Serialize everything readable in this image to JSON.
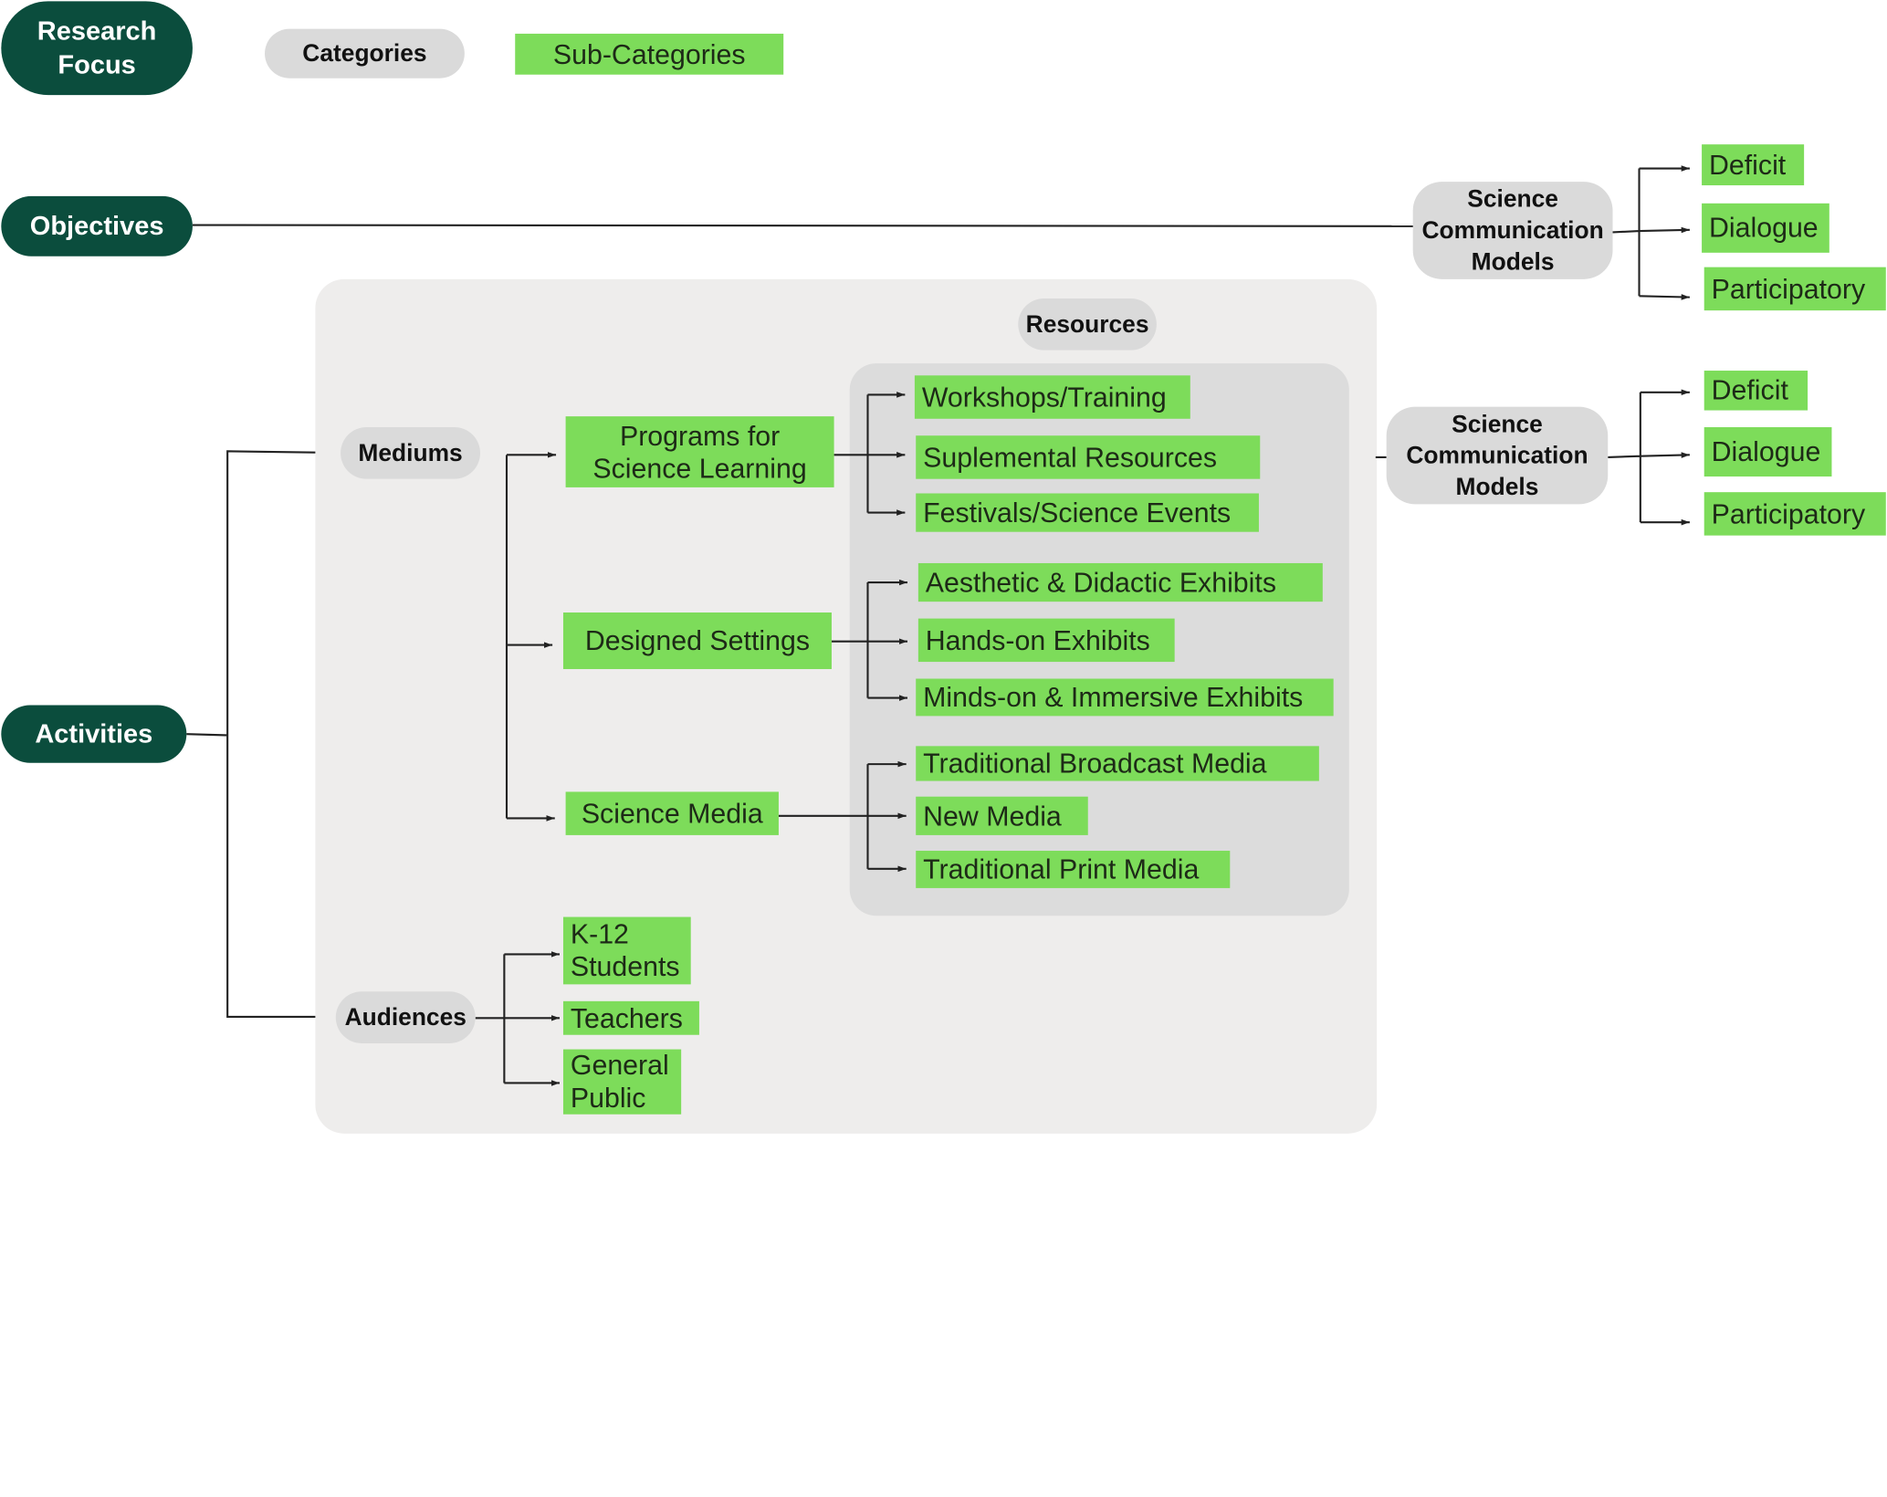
{
  "legend": {
    "research_focus": "Research Focus",
    "categories": "Categories",
    "sub_categories": "Sub-Categories"
  },
  "focus": {
    "objectives": "Objectives",
    "activities": "Activities"
  },
  "categories": {
    "resources": "Resources",
    "mediums": "Mediums",
    "audiences": "Audiences",
    "scm_objectives": "Science Communication Models",
    "scm_resources": "Science Communication Models"
  },
  "mediums": {
    "programs": "Programs for Science Learning",
    "designed_settings": "Designed Settings",
    "science_media": "Science Media"
  },
  "resources": {
    "workshops": "Workshops/Training",
    "suplemental": "Suplemental Resources",
    "festivals": "Festivals/Science Events",
    "aesthetic": "Aesthetic & Didactic Exhibits",
    "hands_on": "Hands-on Exhibits",
    "minds_on": "Minds-on & Immersive Exhibits",
    "broadcast": "Traditional Broadcast Media",
    "new_media": "New Media",
    "print_media": "Traditional Print Media"
  },
  "audiences": {
    "k12": "K-12 Students",
    "teachers": "Teachers",
    "general_public": "General Public"
  },
  "models_objectives": {
    "deficit": "Deficit",
    "dialogue": "Dialogue",
    "participatory": "Participatory"
  },
  "models_resources": {
    "deficit": "Deficit",
    "dialogue": "Dialogue",
    "participatory": "Participatory"
  },
  "colors": {
    "research_focus": "#0b4d3d",
    "category": "#dadada",
    "sub_category": "#7ddc5a"
  }
}
